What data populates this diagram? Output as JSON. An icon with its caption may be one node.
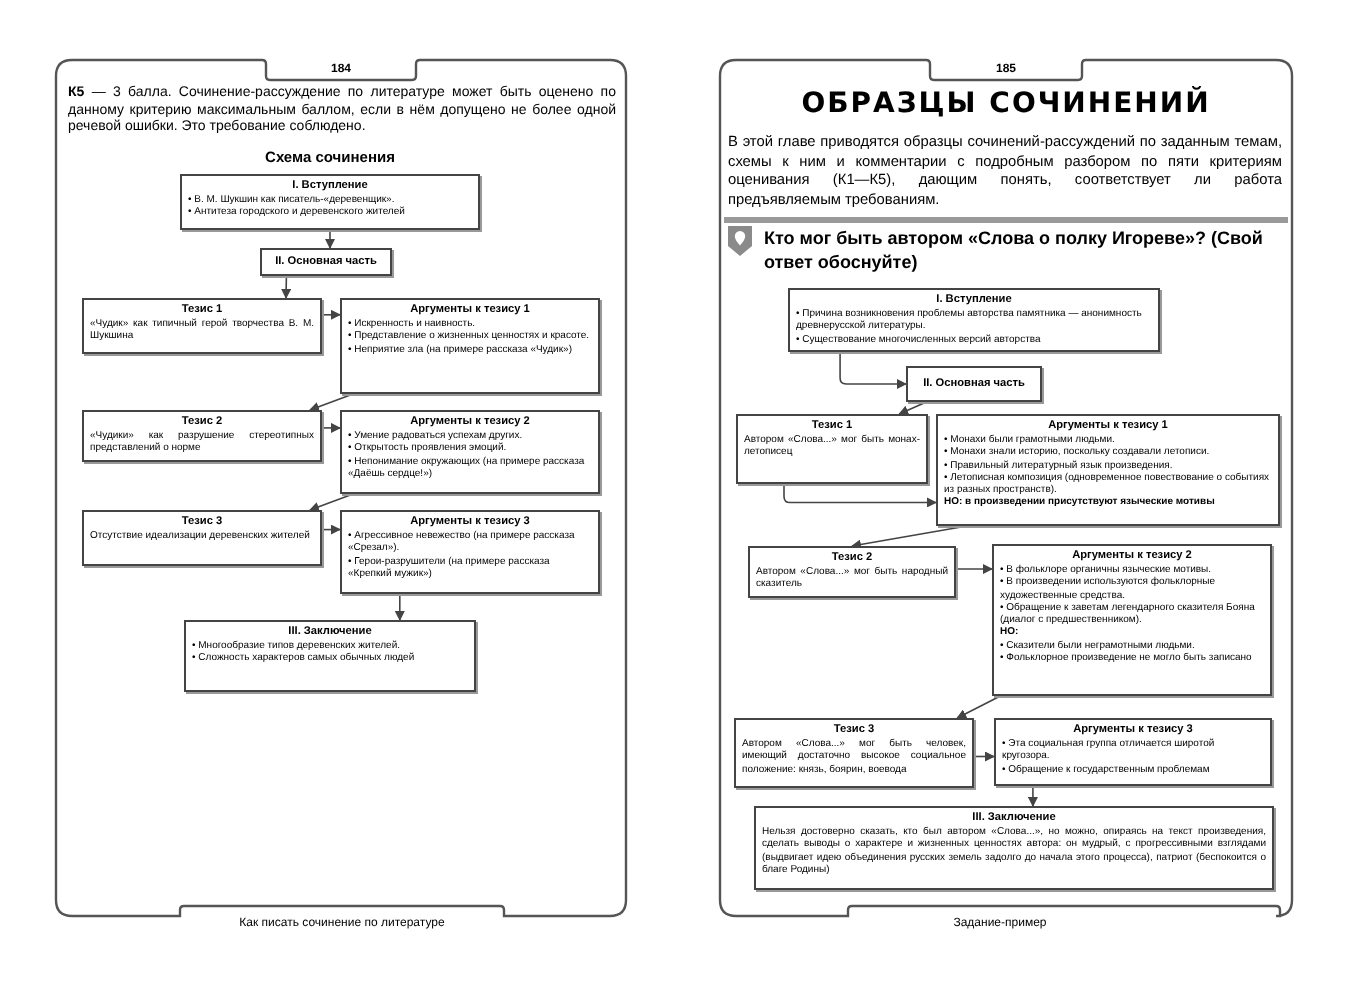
{
  "diagram": {
    "nodes": [
      {
        "text": [
          "I. Вступление",
          "• В. М. Шукшин как писатель-«деревенщик».",
          "• Антитеза городского и деревенского жителей"
        ]
      },
      {
        "text": [
          "II. Основная часть"
        ]
      },
      {
        "text": [
          "Тезис 1",
          "«Чудик» как типичный герой творчества В. М. Шукшина"
        ]
      },
      {
        "text": [
          "Аргументы к тезису 1",
          "• Искренность и наивность.",
          "• Представление о жизненных ценностях и красоте.",
          "• Неприятие зла (на примере рассказа «Чудик»)"
        ]
      },
      {
        "text": [
          "Тезис 2",
          "«Чудики» как разрушение стереотипных представлений о норме"
        ]
      },
      {
        "text": [
          "Аргументы к тезису 2",
          "• Умение радоваться успехам других.",
          "• Открытость проявления эмоций.",
          "• Непонимание окружающих (на примере рассказа «Даёшь сердце!»)"
        ]
      },
      {
        "text": [
          "Тезис 3",
          "Отсутствие идеализации деревенских жителей"
        ]
      },
      {
        "text": [
          "Аргументы к тезису 3",
          "• Агрессивное невежество (на примере рассказа «Срезал»).",
          "• Герои-разрушители (на примере рассказа «Крепкий мужик»)"
        ]
      },
      {
        "text": [
          "III. Заключение",
          "• Многообразие типов деревенских жителей.",
          "• Сложность характеров самых обычных людей"
        ]
      },
      {
        "text": [
          "I. Вступление",
          "• Причина возникновения проблемы авторства памятника — анонимность древнерусской литературы.",
          "• Существование многочисленных версий авторства"
        ]
      },
      {
        "text": [
          "II. Основная часть"
        ]
      },
      {
        "text": [
          "Тезис 1",
          "Автором «Слова...» мог быть монах-летописец"
        ]
      },
      {
        "text": [
          "Аргументы к тезису 1",
          "• Монахи были грамотными людьми.",
          "• Монахи знали историю, поскольку создавали летописи.",
          "• Правильный литературный язык произведения.",
          "• Летописная композиция (одновременное повествование о событиях из разных пространств).",
          "НО: в произведении присутствуют языческие мотивы"
        ]
      },
      {
        "text": [
          "Тезис 2",
          "Автором «Слова...» мог быть народный сказитель"
        ]
      },
      {
        "text": [
          "Аргументы к тезису 2",
          "• В фольклоре органичны языческие мотивы.",
          "• В произведении используются фольклорные художественные средства.",
          "• Обращение к заветам легендарного сказителя Бояна (диалог с предшественником).",
          "НО:",
          "• Сказители были неграмотными людьми.",
          "• Фольклорное произведение не могло быть записано"
        ]
      },
      {
        "text": [
          "Тезис 3",
          "Автором «Слова...» мог быть человек, имеющий достаточно высокое социальное положение: князь, боярин, воевода"
        ]
      },
      {
        "text": [
          "Аргументы к тезису 3",
          "• Эта социальная группа отличается широтой кругозора.",
          "• Обращение к государственным проблемам"
        ]
      },
      {
        "text": [
          "III. Заключение",
          "Нельзя достоверно сказать, кто был автором «Слова...», но можно, опираясь на текст произведения, сделать выводы о характере и жизненных ценностях автора: он мудрый, с прогрессивными взглядами (выдвигает идею объединения русских земель задолго до начала этого процесса), патриот (беспокоится о благе Родины)"
        ]
      }
    ],
    "edges": [
      {
        "from": 0,
        "to": 1,
        "arrow": "to"
      },
      {
        "from": 1,
        "to": 2,
        "arrow": "to"
      },
      {
        "from": 2,
        "to": 3,
        "arrow": "to"
      },
      {
        "from": 3,
        "to": 4,
        "arrow": "to"
      },
      {
        "from": 4,
        "to": 5,
        "arrow": "to"
      },
      {
        "from": 5,
        "to": 6,
        "arrow": "to"
      },
      {
        "from": 6,
        "to": 7,
        "arrow": "to"
      },
      {
        "from": 7,
        "to": 8,
        "arrow": "to"
      },
      {
        "from": 9,
        "to": 10,
        "arrow": "to"
      },
      {
        "from": 10,
        "to": 11,
        "arrow": "to"
      },
      {
        "from": 11,
        "to": 12,
        "arrow": "to"
      },
      {
        "from": 12,
        "to": 13,
        "arrow": "to"
      },
      {
        "from": 13,
        "to": 14,
        "arrow": "to"
      },
      {
        "from": 14,
        "to": 15,
        "arrow": "to"
      },
      {
        "from": 15,
        "to": 16,
        "arrow": "to"
      },
      {
        "from": 16,
        "to": 17,
        "arrow": "to"
      }
    ],
    "labels": [
      "184",
      "**К5** — 3 балла. Сочинение-рассуждение по литературе может быть оценено по данному критерию максимальным баллом, если в нём допущено не более одной речевой ошибки. Это требование соблюдено.",
      "Схема сочинения",
      "Как писать сочинение по литературе",
      "185",
      "ОБРАЗЦЫ СОЧИНЕНИЙ",
      "В этой главе приводятся образцы сочинений-рассуждений по заданным темам, схемы к ним и комментарии с подробным разбором по пяти критериям оценивания (К1—К5), дающим понять, соответствует ли работа предъявляемым требованиям.",
      "Кто мог быть автором «Слова о полку Игореве»? (Свой ответ обоснуйте)",
      "Задание-пример"
    ]
  }
}
